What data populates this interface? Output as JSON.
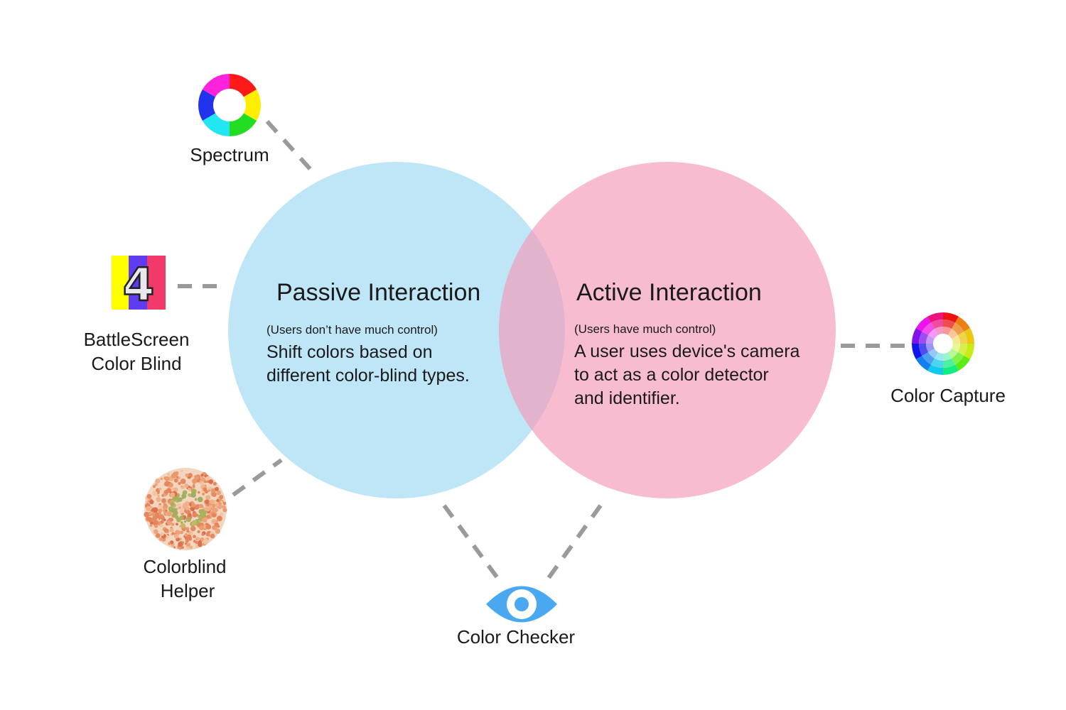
{
  "circles": {
    "passive": {
      "title": "Passive Interaction",
      "note": "(Users don’t have much  control)",
      "desc_line1": "Shift colors based on",
      "desc_line2": "different color-blind types.",
      "color": "#bee6f7"
    },
    "active": {
      "title": "Active Interaction",
      "note": "(Users have much  control)",
      "desc_line1": "A user uses device's camera",
      "desc_line2": "to act as a color detector",
      "desc_line3": "and identifier.",
      "color": "#f8bcd0"
    },
    "overlap_color": "#e1b3cd"
  },
  "apps": {
    "spectrum": {
      "label": "Spectrum",
      "icon": "color-ring-icon"
    },
    "battlescreen": {
      "label_line1": "BattleScreen",
      "label_line2": "Color Blind",
      "icon": "number-four-icon",
      "icon_text": "4"
    },
    "colorblind_helper": {
      "label_line1": "Colorblind",
      "label_line2": "Helper",
      "icon": "ishihara-plate-icon"
    },
    "color_checker": {
      "label": "Color Checker",
      "icon": "eye-icon"
    },
    "color_capture": {
      "label": "Color Capture",
      "icon": "color-wheel-icon"
    }
  },
  "colors": {
    "connector": "#9a9a9a",
    "eye": "#4aa8f0"
  }
}
